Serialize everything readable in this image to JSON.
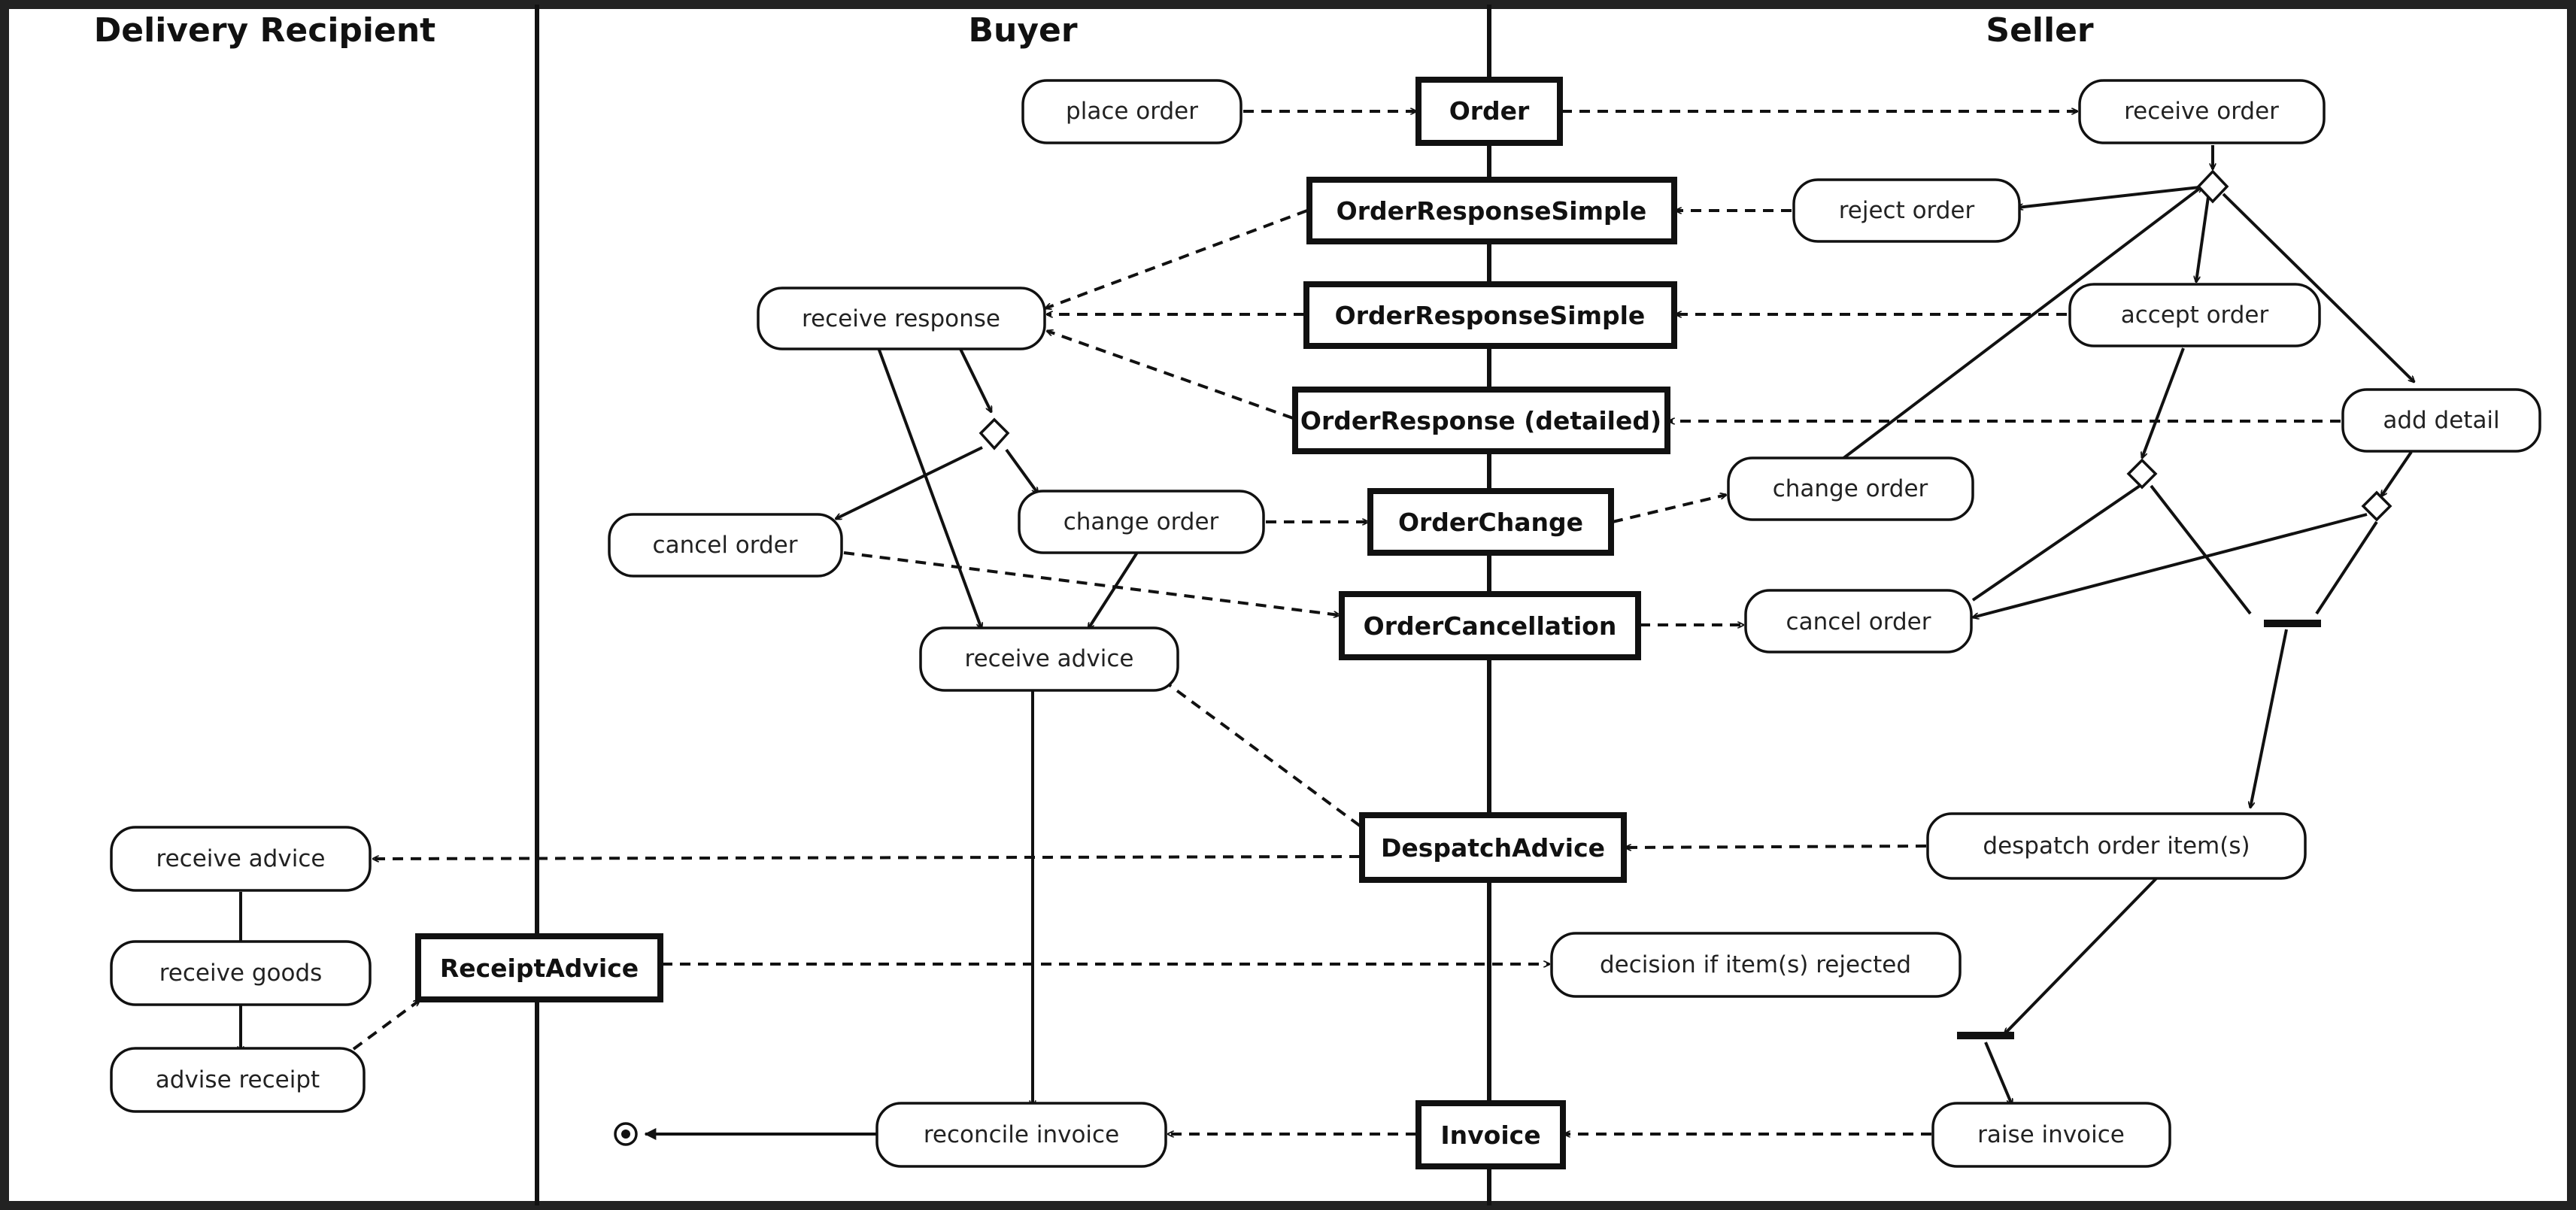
{
  "swimlanes": {
    "delivery_recipient": "Delivery Recipient",
    "buyer": "Buyer",
    "seller": "Seller"
  },
  "activities": {
    "place_order": "place order",
    "receive_order": "receive order",
    "reject_order": "reject order",
    "receive_response": "receive response",
    "accept_order": "accept order",
    "add_detail": "add detail",
    "seller_change_order": "change order",
    "buyer_cancel_order": "cancel order",
    "buyer_change_order": "change order",
    "seller_cancel_order": "cancel order",
    "buyer_receive_advice": "receive advice",
    "despatch_order_items": "despatch order item(s)",
    "recipient_receive_advice": "receive advice",
    "receive_goods": "receive goods",
    "advise_receipt": "advise receipt",
    "decision_rejected": "decision if item(s) rejected",
    "reconcile_invoice": "reconcile invoice",
    "raise_invoice": "raise invoice"
  },
  "documents": {
    "order": "Order",
    "order_response_simple_reject": "OrderResponseSimple",
    "order_response_simple_accept": "OrderResponseSimple",
    "order_response_detailed": "OrderResponse (detailed)",
    "order_change": "OrderChange",
    "order_cancellation": "OrderCancellation",
    "despatch_advice": "DespatchAdvice",
    "receipt_advice": "ReceiptAdvice",
    "invoice": "Invoice"
  }
}
